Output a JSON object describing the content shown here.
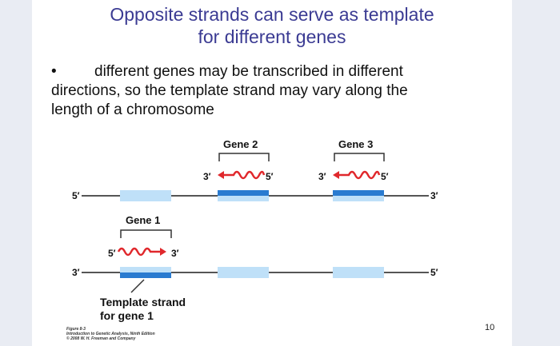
{
  "slide": {
    "title_line1": "Opposite strands can serve as template",
    "title_line2": "for different genes",
    "bullet_line1": "different genes may be transcribed in different",
    "bullet_line2": "directions, so the template strand may vary along the",
    "bullet_line3": "length of a chromosome",
    "page_number": "10"
  },
  "diagram": {
    "top_strand": {
      "left_label": "5′",
      "right_label": "3′"
    },
    "bottom_strand": {
      "left_label": "3′",
      "right_label": "5′"
    },
    "gene1": {
      "label": "Gene 1",
      "rna_left": "5′",
      "rna_right": "3′"
    },
    "gene2": {
      "label": "Gene 2",
      "rna_left": "3′",
      "rna_right": "5′"
    },
    "gene3": {
      "label": "Gene 3",
      "rna_left": "3′",
      "rna_right": "5′"
    },
    "template_label_line1": "Template strand",
    "template_label_line2": "for gene 1",
    "colors": {
      "gene_dark": "#2a7bd0",
      "gene_light": "#bfe0f8",
      "rna": "#e0282c",
      "title": "#3b3b93"
    }
  },
  "figure_caption": {
    "line1": "Figure 8-3",
    "line2": "Introduction to Genetic Analysis, Ninth Edition",
    "line3": "© 2008 W. H. Freeman and Company"
  }
}
